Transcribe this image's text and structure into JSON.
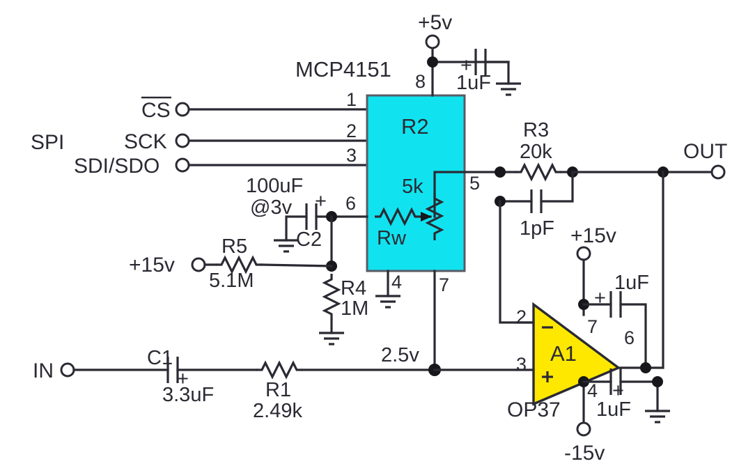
{
  "diagram": {
    "type": "circuit-schematic",
    "title": "MCP4151 digital potentiometer with OP37 op-amp gain stage",
    "colors": {
      "chip_fill": "#10e3ef",
      "opamp_fill": "#ffe800",
      "wire": "#2a2a33",
      "background": "#ffffff"
    }
  },
  "chip": {
    "part_number": "MCP4151",
    "ref": "R2",
    "resistance": "5k",
    "wiper_label": "Rw",
    "pins": {
      "p1": "1",
      "p2": "2",
      "p3": "3",
      "p4": "4",
      "p5": "5",
      "p6": "6",
      "p7": "7",
      "p8": "8"
    }
  },
  "opamp": {
    "ref": "A1",
    "part_number": "OP37",
    "inverting_marker": "−",
    "noninverting_marker": "+",
    "pins": {
      "inverting": "2",
      "noninverting": "3",
      "vpos": "7",
      "output": "6",
      "vneg": "4"
    }
  },
  "bus": {
    "name": "SPI",
    "signals": [
      {
        "label": "CS",
        "overline": true
      },
      {
        "label": "SCK",
        "overline": false
      },
      {
        "label": "SDI/SDO",
        "overline": false
      }
    ]
  },
  "terminals": [
    {
      "name": "in",
      "label": "IN"
    },
    {
      "name": "out",
      "label": "OUT"
    },
    {
      "name": "v5",
      "label": "+5v"
    },
    {
      "name": "v15_left",
      "label": "+15v"
    },
    {
      "name": "v15_opamp",
      "label": "+15v"
    },
    {
      "name": "vneg15",
      "label": "-15v"
    }
  ],
  "nodes": [
    {
      "name": "bias-node",
      "label": "2.5v"
    }
  ],
  "components": [
    {
      "ref": "C1",
      "value": "3.3uF",
      "type": "capacitor",
      "polarity": "+"
    },
    {
      "ref": "R1",
      "value": "2.49k",
      "type": "resistor"
    },
    {
      "ref": "C2",
      "value": "100uF",
      "rating": "@3v",
      "type": "capacitor",
      "polarity": "+"
    },
    {
      "ref": "R3",
      "value": "20k",
      "type": "resistor"
    },
    {
      "ref": "R4",
      "value": "1M",
      "type": "resistor"
    },
    {
      "ref": "R5",
      "value": "5.1M",
      "type": "resistor"
    },
    {
      "ref": "",
      "value": "1pF",
      "type": "capacitor"
    },
    {
      "ref": "",
      "value": "1uF",
      "type": "capacitor",
      "polarity": "+",
      "location": "v5-rail"
    },
    {
      "ref": "",
      "value": "1uF",
      "type": "capacitor",
      "polarity": "+",
      "location": "v15-rail"
    },
    {
      "ref": "",
      "value": "1uF",
      "type": "capacitor",
      "polarity": "+",
      "location": "vneg15-rail"
    }
  ],
  "labels": {
    "mcp": "MCP4151",
    "r2": "R2",
    "res_5k": "5k",
    "rw": "Rw",
    "a1": "A1",
    "op37": "OP37",
    "spi": "SPI",
    "cs": "CS",
    "sck": "SCK",
    "sdi_sdo": "SDI/SDO",
    "in": "IN",
    "out": "OUT",
    "v5": "+5v",
    "v15a": "+15v",
    "v15b": "+15v",
    "vn15": "-15v",
    "bias": "2.5v",
    "c1": "C1",
    "c1v": "3.3uF",
    "c1p": "+",
    "r1": "R1",
    "r1v": "2.49k",
    "c2": "C2",
    "c2v": "100uF",
    "c2r": "@3v",
    "c2p": "+",
    "r3": "R3",
    "r3v": "20k",
    "cf": "1pF",
    "r4": "R4",
    "r4v": "1M",
    "r5": "R5",
    "r5v": "5.1M",
    "cap5v": "1uF",
    "cap5p": "+",
    "cap15": "1uF",
    "cap15p": "+",
    "capn15": "1uF",
    "capn15p": "+",
    "pin1": "1",
    "pin2": "2",
    "pin3": "3",
    "pin4": "4",
    "pin5": "5",
    "pin6": "6",
    "pin7": "7",
    "pin8": "8",
    "op_pin2": "2",
    "op_pin3": "3",
    "op_pin7": "7",
    "op_pin6": "6",
    "op_pin4": "4",
    "op_minus": "−",
    "op_plus": "+"
  }
}
